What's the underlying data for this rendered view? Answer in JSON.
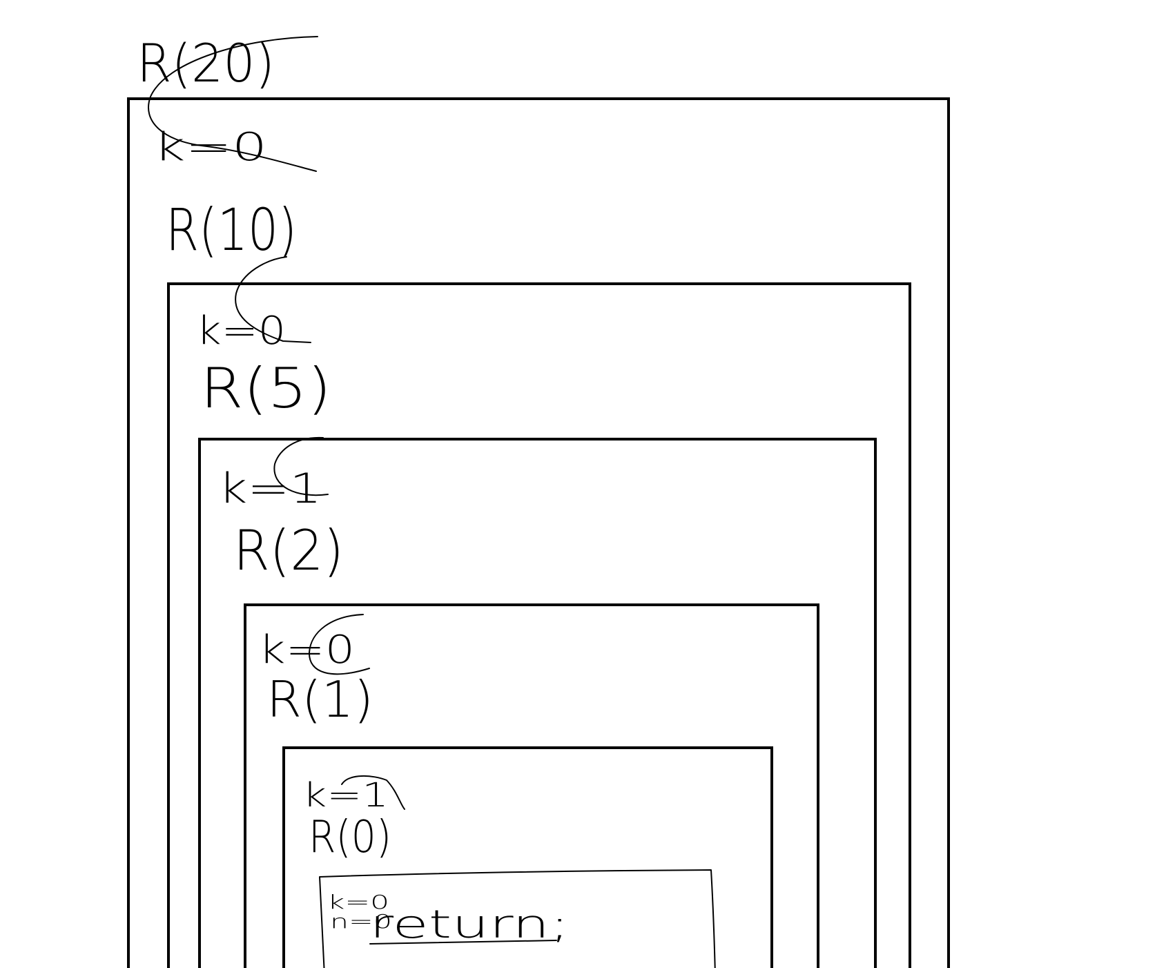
{
  "frames": [
    {
      "id": "frame-r20",
      "call": "R(20)",
      "k_label": "k=0"
    },
    {
      "id": "frame-r10",
      "call": "R(10)",
      "k_label": "k=0"
    },
    {
      "id": "frame-r5",
      "call": "R(5)",
      "k_label": "k=1"
    },
    {
      "id": "frame-r2",
      "call": "R(2)",
      "k_label": "k=0"
    },
    {
      "id": "frame-r1",
      "call": "R(1)",
      "k_label": "k=1"
    },
    {
      "id": "frame-r0",
      "call": "R(0)",
      "k_label": "k=0"
    }
  ],
  "base_case": {
    "n_label": "n=0",
    "return_label": "return;"
  },
  "colors": {
    "ink": "#000000",
    "background": "#ffffff"
  }
}
